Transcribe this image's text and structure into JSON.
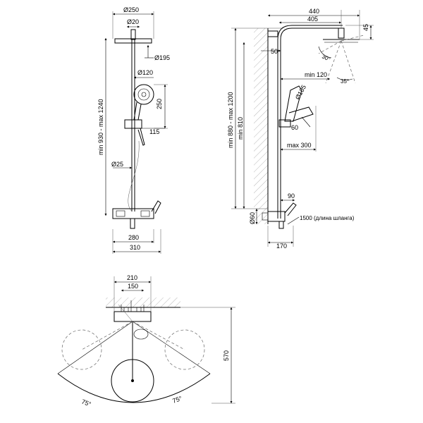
{
  "front_view": {
    "dim_head_diameter": "Ø250",
    "dim_arm_diameter": "Ø20",
    "dim_head_inner": "Ø195",
    "dim_hand_shower": "Ø120",
    "dim_hand_height": "250",
    "dim_holder": "115",
    "dim_pipe": "Ø25",
    "dim_height_range": "min 930 - max 1240",
    "dim_mixer_width": "280",
    "dim_total_width": "310"
  },
  "side_view": {
    "dim_arm_total": "440",
    "dim_arm_reach": "405",
    "dim_head_height": "45",
    "dim_wall_offset": "50",
    "dim_tilt_up": "30°",
    "dim_tilt_down": "35°",
    "dim_hand_min": "min 120",
    "dim_hand_diameter": "Ø105",
    "dim_hand_angle": "60",
    "dim_height_range": "min 880 - max 1200",
    "dim_min_height": "min 810",
    "dim_hand_max": "max 300",
    "dim_mixer_offset": "90",
    "dim_mixer_diameter": "Ø60",
    "dim_hose": "1500 (длина шланга)",
    "dim_mixer_depth": "170"
  },
  "top_view": {
    "dim_outer": "210",
    "dim_inner": "150",
    "dim_depth": "570",
    "dim_angle_left": "75°",
    "dim_angle_right": "75°"
  }
}
